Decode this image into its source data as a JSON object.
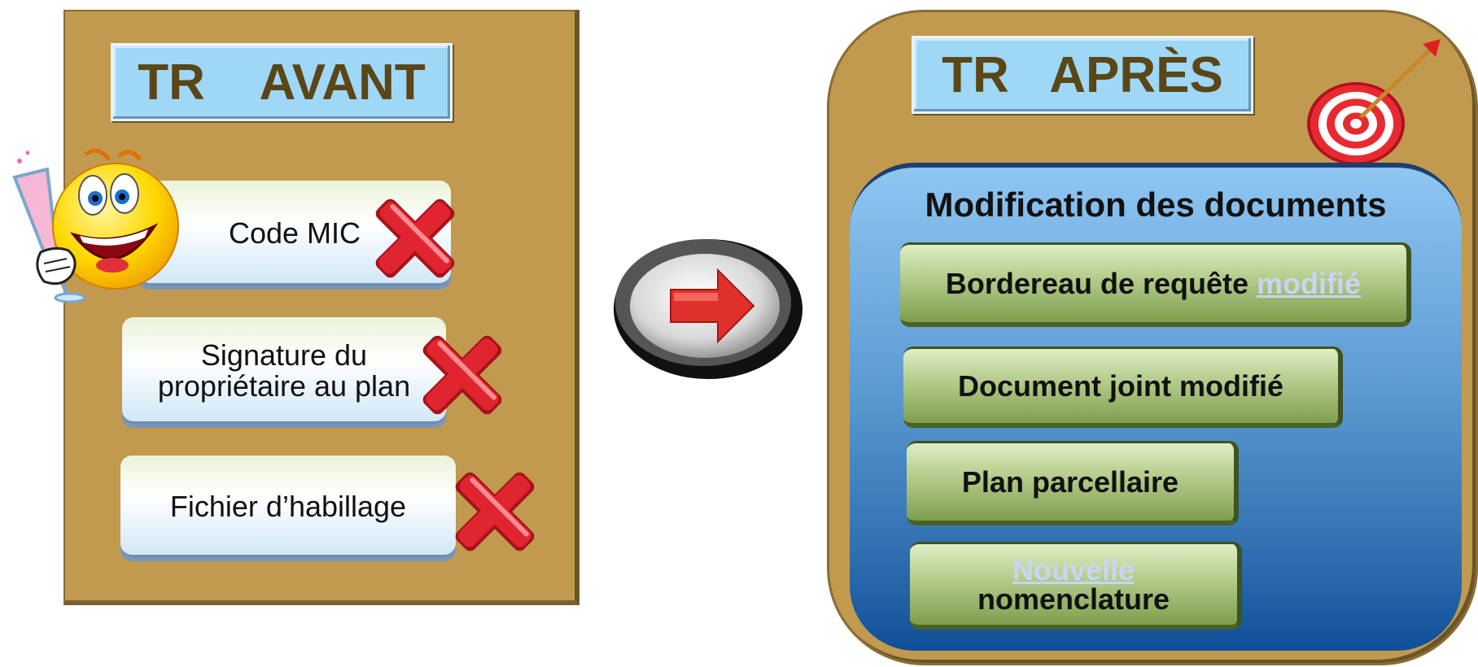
{
  "left": {
    "title": "TR    AVANT",
    "items": [
      {
        "text": "Code MIC"
      },
      {
        "line1": "Signature du",
        "line2": "propriétaire au plan"
      },
      {
        "text": "Fichier d’habillage"
      }
    ]
  },
  "right": {
    "title": "TR   APRÈS",
    "section_title": "Modification des documents",
    "items": [
      {
        "text": "Bordereau de requête ",
        "highlight": "modifié"
      },
      {
        "text": "Document joint modifié"
      },
      {
        "text": "Plan parcellaire"
      },
      {
        "highlight": "Nouvelle",
        "text": "nomenclature"
      }
    ]
  },
  "icons": [
    "smiley-toast-icon",
    "red-x-icon",
    "arrow-right-button-icon",
    "target-dart-icon"
  ],
  "colors": {
    "panel": "#c19a4f",
    "title_box": "#9fd7f7",
    "title_text": "#5a4616",
    "blue_box": "#2f6fb0",
    "green_button": "#7f9e4e",
    "highlight": "#c9d5f5",
    "x_red": "#e0252f"
  }
}
